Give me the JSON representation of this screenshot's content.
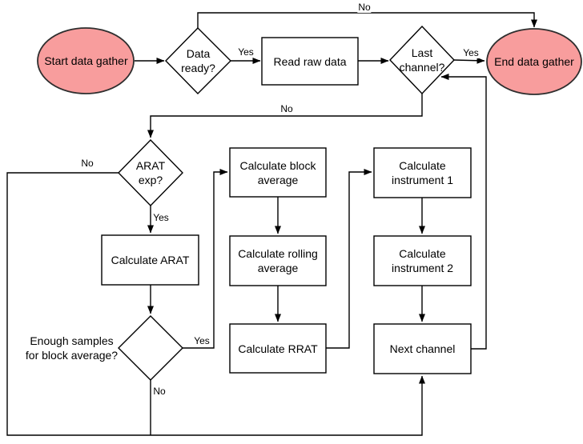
{
  "nodes": {
    "start": "Start data gather",
    "data_ready": "Data\nready?",
    "read_raw": "Read raw data",
    "last_channel": "Last\nchannel?",
    "end": "End data gather",
    "arat_exp": "ARAT\nexp?",
    "calc_block": "Calculate block\naverage",
    "calc_inst1": "Calculate\ninstrument 1",
    "calc_arat": "Calculate ARAT",
    "calc_rolling": "Calculate rolling\naverage",
    "calc_inst2": "Calculate\ninstrument 2",
    "enough_samples": "Enough samples\nfor block average?",
    "calc_rrat": "Calculate RRAT",
    "next_channel": "Next channel"
  },
  "edge_labels": {
    "data_ready_no": "No",
    "data_ready_yes": "Yes",
    "last_channel_yes": "Yes",
    "last_channel_no": "No",
    "arat_no": "No",
    "arat_yes": "Yes",
    "enough_yes": "Yes",
    "enough_no": "No"
  },
  "colors": {
    "terminator_fill": "#f89d9d",
    "terminator_stroke": "#2e2e2e",
    "line": "#000000"
  }
}
